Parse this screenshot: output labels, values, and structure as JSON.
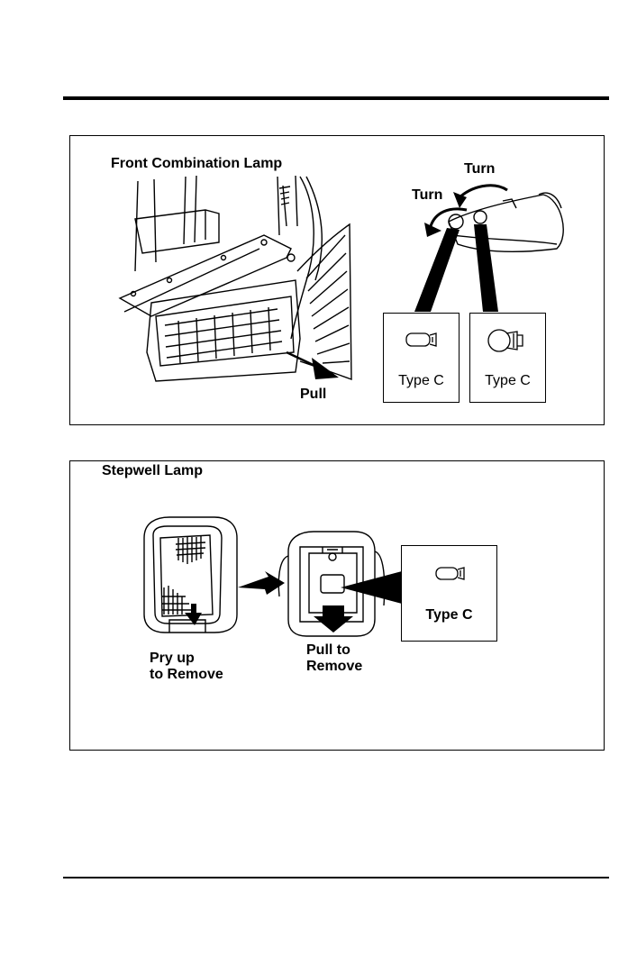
{
  "front_lamp": {
    "title": "Front Combination Lamp",
    "turn_label_1": "Turn",
    "turn_label_2": "Turn",
    "pull_label": "Pull",
    "bulb_left": "Type C",
    "bulb_right": "Type C"
  },
  "stepwell_lamp": {
    "title": "Stepwell Lamp",
    "pry_line1": "Pry up",
    "pry_line2": "to Remove",
    "pull_line1": "Pull to",
    "pull_line2": "Remove",
    "bulb": "Type C"
  }
}
